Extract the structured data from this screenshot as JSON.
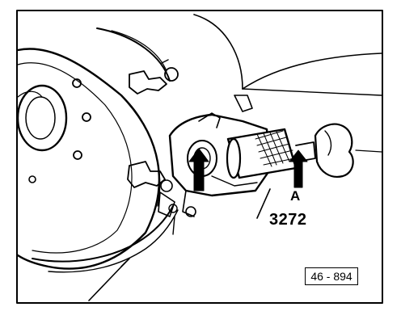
{
  "figure": {
    "callout_a": "A",
    "callout_tool": "3272",
    "figure_number": "46 - 894",
    "icons": [
      "brake-disc-icon",
      "caliper-icon",
      "special-tool-3272-icon",
      "clamp-knob-icon"
    ]
  }
}
